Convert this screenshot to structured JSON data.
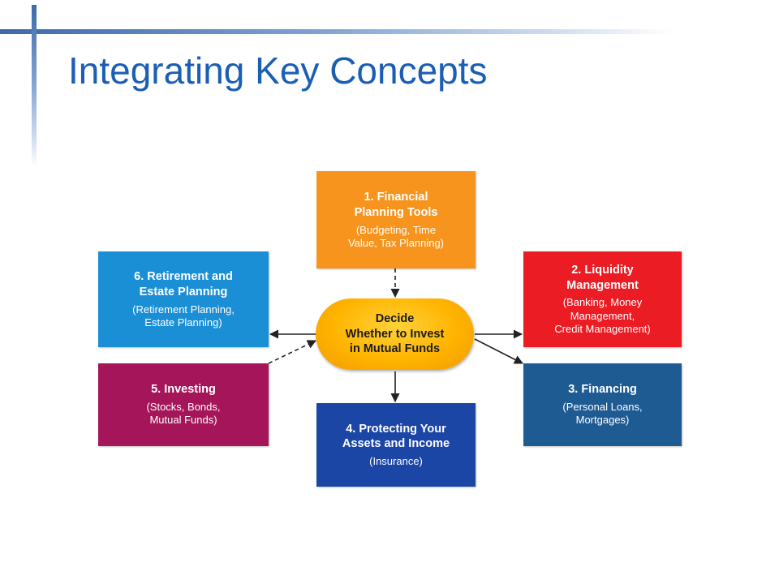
{
  "slide": {
    "title": "Integrating Key Concepts"
  },
  "colors": {
    "financial_planning_tools": "#f7941d",
    "liquidity_management": "#ec1c24",
    "financing": "#1f5b93",
    "protecting_assets": "#1b46a6",
    "investing": "#a5155a",
    "retirement_estate": "#1b8fd6",
    "center": "#ffb400"
  },
  "diagram": {
    "center": {
      "label": "Decide\nWhether to Invest\nin Mutual Funds"
    },
    "boxes": [
      {
        "title": "1. Financial\nPlanning Tools",
        "subtitle": "(Budgeting, Time\nValue, Tax Planning)"
      },
      {
        "title": "2. Liquidity\nManagement",
        "subtitle": "(Banking, Money\nManagement,\nCredit Management)"
      },
      {
        "title": "3. Financing",
        "subtitle": "(Personal Loans,\nMortgages)"
      },
      {
        "title": "4. Protecting Your\nAssets and Income",
        "subtitle": "(Insurance)"
      },
      {
        "title": "5. Investing",
        "subtitle": "(Stocks, Bonds,\nMutual Funds)"
      },
      {
        "title": "6. Retirement and\nEstate Planning",
        "subtitle": "(Retirement Planning,\nEstate Planning)"
      }
    ]
  }
}
